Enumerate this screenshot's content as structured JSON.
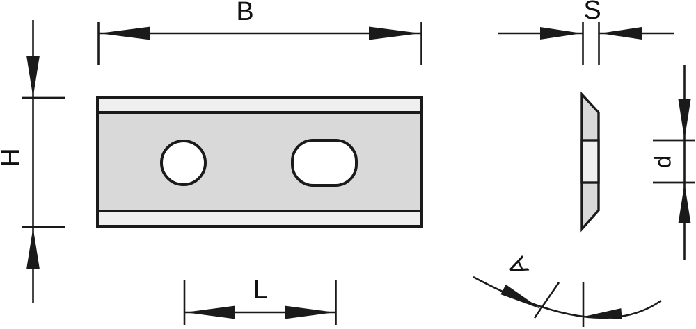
{
  "diagram": {
    "kind": "technical-drawing",
    "labels": {
      "width": "B",
      "height": "H",
      "thickness": "S",
      "hole_spacing": "L",
      "hole_zone_height": "d",
      "bevel_angle": "A"
    },
    "colors": {
      "line": "#1a1a1a",
      "body_fill": "#d9d9d9",
      "edge_fill": "#efefef",
      "side_mid_fill": "#efefef",
      "hole_fill": "#ffffff",
      "background": "#ffffff"
    }
  }
}
